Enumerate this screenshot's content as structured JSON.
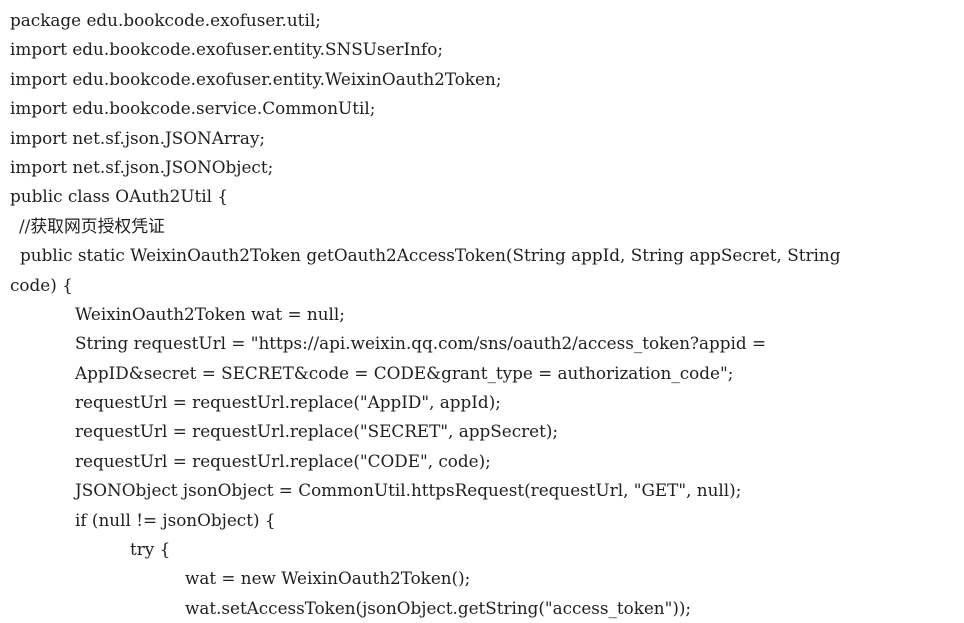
{
  "lines": [
    "package edu.bookcode.exofuser.util;",
    "import edu.bookcode.exofuser.entity.SNSUserInfo;",
    "import edu.bookcode.exofuser.entity.WeixinOauth2Token;",
    "import edu.bookcode.service.CommonUtil;",
    "import net.sf.json.JSONArray;",
    "import net.sf.json.JSONObject;",
    "public class OAuth2Util {",
    "//获取网页授权凭证",
    "public static WeixinOauth2Token getOauth2AccessToken(String appId, String appSecret, String",
    "code) {",
    "WeixinOauth2Token wat = null;",
    "String requestUrl = \"https://api.weixin.qq.com/sns/oauth2/access_token?appid =",
    "AppID&secret = SECRET&code = CODE&grant_type = authorization_code\";",
    "requestUrl = requestUrl.replace(\"AppID\", appId);",
    "requestUrl = requestUrl.replace(\"SECRET\", appSecret);",
    "requestUrl = requestUrl.replace(\"CODE\", code);",
    "JSONObject jsonObject = CommonUtil.httpsRequest(requestUrl, \"GET\", null);",
    "if (null != jsonObject) {",
    "try {",
    "wat = new WeixinOauth2Token();",
    "wat.setAccessToken(jsonObject.getString(\"access_token\"));"
  ]
}
